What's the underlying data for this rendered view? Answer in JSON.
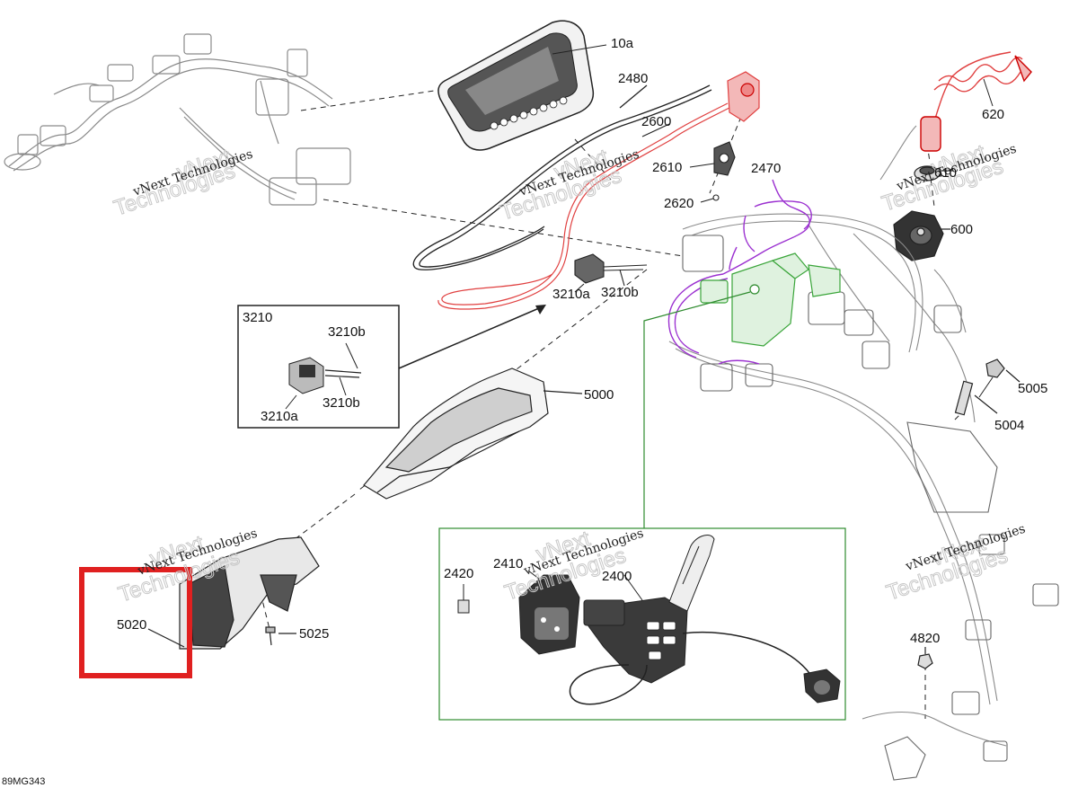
{
  "diagram_ref": "89MG343",
  "watermark": {
    "line1": "vNext Technologies",
    "big1": "vNext",
    "big2": "Technologies"
  },
  "callouts": {
    "c10a": "10a",
    "c2480": "2480",
    "c2600": "2600",
    "c620": "620",
    "c610": "610",
    "c2610": "2610",
    "c2470": "2470",
    "c2620": "2620",
    "c600": "600",
    "c3210": "3210",
    "c3210a": "3210a",
    "c3210b": "3210b",
    "c5000": "5000",
    "c5005": "5005",
    "c5004": "5004",
    "c5020": "5020",
    "c5025": "5025",
    "c2420": "2420",
    "c2410": "2410",
    "c2400": "2400",
    "c4820": "4820"
  },
  "inset_3210": {
    "title": "3210",
    "a": "3210a",
    "b1": "3210b",
    "b2": "3210b"
  },
  "colors": {
    "highlight_box": "#e02020",
    "red_wire": "#e04040",
    "purple_wire": "#9b30d0",
    "green_part": "#3aa53a",
    "green_box": "#2e8b2e",
    "line": "#222222",
    "faint": "#b8b8b8"
  }
}
